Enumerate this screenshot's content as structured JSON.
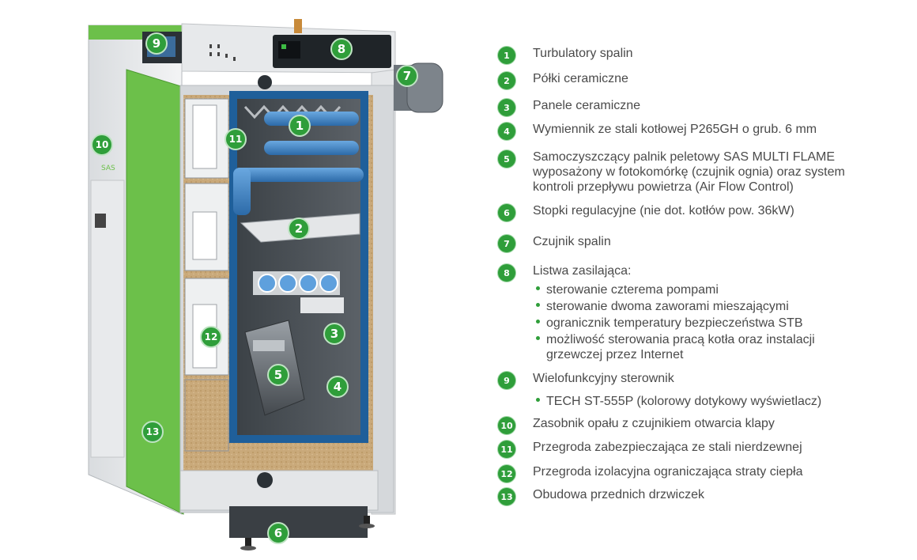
{
  "colors": {
    "green": "#6cc04a",
    "badge": "#2f9e3a",
    "insulation_blue": "#1f5f9a",
    "text": "#4a4a4a"
  },
  "badges": [
    "1",
    "2",
    "3",
    "4",
    "5",
    "6",
    "7",
    "8",
    "9",
    "10",
    "11",
    "12",
    "13"
  ],
  "legend": [
    {
      "num": "1",
      "text": "Turbulatory spalin"
    },
    {
      "num": "2",
      "text": "Półki ceramiczne"
    },
    {
      "num": "3",
      "text": "Panele ceramiczne"
    },
    {
      "num": "4",
      "text": "Wymiennik ze stali kotłowej P265GH o grub. 6 mm"
    },
    {
      "num": "5",
      "text": "Samoczyszczący palnik peletowy SAS MULTI FLAME\nwyposażony w fotokomórkę (czujnik ognia) oraz system\nkontroli przepływu powietrza (Air Flow Control)"
    },
    {
      "num": "6",
      "text": "Stopki regulacyjne (nie dot. kotłów pow. 36kW)"
    },
    {
      "num": "7",
      "text": "Czujnik spalin"
    },
    {
      "num": "8",
      "text": "Listwa zasilająca:"
    },
    {
      "num": "9",
      "text": "Wielofunkcyjny sterownik"
    },
    {
      "num": "10",
      "text": "Zasobnik opału z czujnikiem otwarcia klapy"
    },
    {
      "num": "11",
      "text": "Przegroda zabezpieczająca ze stali nierdzewnej"
    },
    {
      "num": "12",
      "text": "Przegroda izolacyjna ograniczająca straty ciepła"
    },
    {
      "num": "13",
      "text": "Obudowa przednich drzwiczek"
    }
  ],
  "sub8": [
    {
      "line1": "sterowanie czterema pompami",
      "line2": ""
    },
    {
      "line1": "sterowanie dwoma zaworami mieszającymi",
      "line2": ""
    },
    {
      "line1": "ogranicznik temperatury bezpieczeństwa STB",
      "line2": ""
    },
    {
      "line1": "możliwość sterowania pracą kotła oraz instalacji",
      "line2": "grzewczej przez Internet"
    }
  ],
  "sub9": [
    {
      "line1": "TECH ST-555P (kolorowy dotykowy wyświetlacz)",
      "line2": ""
    }
  ],
  "logo_text": "SAS"
}
